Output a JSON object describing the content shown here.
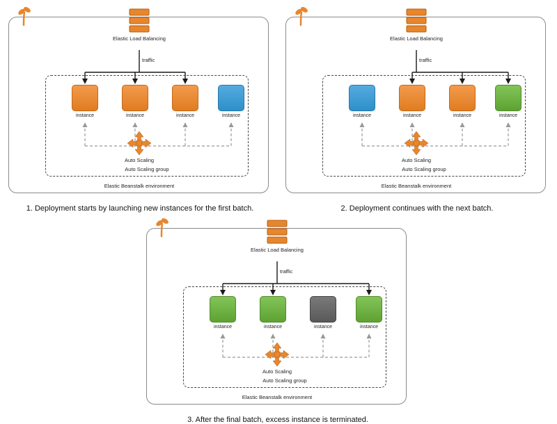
{
  "colors": {
    "orange": "#E8862D",
    "blue": "#3DA0DC",
    "green": "#6CBE45",
    "gray": "#666666",
    "traffic_line": "#1a1a1a",
    "dashed_line": "#999999"
  },
  "panels": [
    {
      "caption": "1. Deployment starts by launching new instances for the first batch.",
      "elb_label": "Elastic Load Balancing",
      "traffic_label": "traffic",
      "auto_scaling_label": "Auto Scaling",
      "auto_scaling_group_label": "Auto Scaling group",
      "environment_label": "Elastic Beanstalk environment",
      "instances": [
        {
          "label": "instance",
          "color": "orange",
          "receives_traffic": true
        },
        {
          "label": "instance",
          "color": "orange",
          "receives_traffic": true
        },
        {
          "label": "instance",
          "color": "orange",
          "receives_traffic": true
        },
        {
          "label": "instance",
          "color": "blue",
          "receives_traffic": false
        }
      ]
    },
    {
      "caption": "2. Deployment continues with the next batch.",
      "elb_label": "Elastic Load Balancing",
      "traffic_label": "traffic",
      "auto_scaling_label": "Auto Scaling",
      "auto_scaling_group_label": "Auto Scaling group",
      "environment_label": "Elastic Beanstalk environment",
      "instances": [
        {
          "label": "instance",
          "color": "blue",
          "receives_traffic": false
        },
        {
          "label": "instance",
          "color": "orange",
          "receives_traffic": true
        },
        {
          "label": "instance",
          "color": "orange",
          "receives_traffic": true
        },
        {
          "label": "instance",
          "color": "green",
          "receives_traffic": true
        }
      ]
    },
    {
      "caption": "3. After the final batch, excess instance is terminated.",
      "elb_label": "Elastic Load Balancing",
      "traffic_label": "traffic",
      "auto_scaling_label": "Auto Scaling",
      "auto_scaling_group_label": "Auto Scaling group",
      "environment_label": "Elastic Beanstalk environment",
      "instances": [
        {
          "label": "instance",
          "color": "green",
          "receives_traffic": true
        },
        {
          "label": "instance",
          "color": "green",
          "receives_traffic": true
        },
        {
          "label": "instance",
          "color": "gray",
          "receives_traffic": false
        },
        {
          "label": "instance",
          "color": "green",
          "receives_traffic": true
        }
      ]
    }
  ]
}
